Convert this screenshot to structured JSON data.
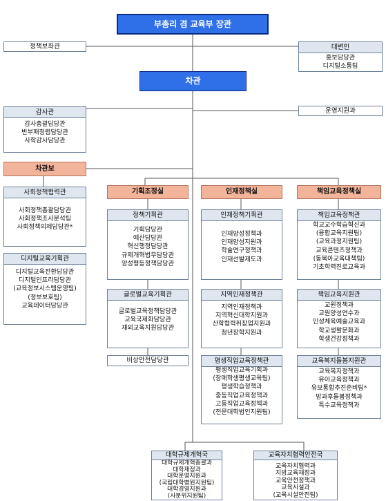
{
  "minister": "부총리 겸 교육부 장관",
  "vice_minister": "차관",
  "policy_advisor": "정책보좌관",
  "spokesperson": {
    "title": "대변인",
    "items": [
      "홍보담당관",
      "디지털소통팀"
    ]
  },
  "audit": {
    "title": "감사관",
    "items": [
      "감사총괄담당관",
      "반부패청렴담당관",
      "사학감사담당관"
    ]
  },
  "support_division": "운영지원과",
  "assistant_minister": "차관보",
  "social_policy": {
    "title": "사회정책협력관",
    "items": [
      "사회정책총괄담당관",
      "사회정책조사분석팀",
      "사회정책의제담당관*"
    ]
  },
  "digital_edu": {
    "title": "디지털교육기획관",
    "items": [
      "디지털교육전환담당관",
      "디지털인프라담당관",
      "(교육정보시스템운영팀)",
      "(정보보호팀)",
      "교육데이터담당관"
    ]
  },
  "offices": [
    {
      "label": "기획조정실"
    },
    {
      "label": "인재정책실"
    },
    {
      "label": "책임교육정책실"
    }
  ],
  "planning": {
    "title": "정책기획관",
    "items": [
      "기획담당관",
      "예산담당관",
      "혁신행정담당관",
      "규제개혁법무담당관",
      "양성평등정책담당관"
    ]
  },
  "global": {
    "title": "글로벌교육기획관",
    "items": [
      "글로벌교육정책담당관",
      "교육국제화담당관",
      "재외교육지원담당관"
    ]
  },
  "emergency": "비상안전담당관",
  "talent_planning": {
    "title": "인재정책기획관",
    "items": [
      "인재양성정책과",
      "인재양성지원과",
      "학술연구정책과",
      "인재선발제도과"
    ]
  },
  "regional": {
    "title": "지역인재정책관",
    "items": [
      "지역인재정책과",
      "지역혁신대학지원과",
      "산학협력취창업지원과",
      "청년장학지원과"
    ]
  },
  "lifelong": {
    "title": "평생직업교육정책관",
    "items": [
      "평생직업교육기획과",
      "(장애학생평생교육팀)",
      "평생학습정책과",
      "중등직업교육정책과",
      "고등직업교육정책과",
      "(전문대학법인지원팀)"
    ]
  },
  "responsible": {
    "title": "책임교육정책관",
    "items": [
      "학교교수학습혁신과",
      "(융합교육지원팀)",
      "(교육과정지원팀)",
      "교육콘텐츠정책과",
      "(동북아교육대책팀)",
      "기초학력진로교육과"
    ]
  },
  "responsible_support": {
    "title": "책임교육지원관",
    "items": [
      "교원정책과",
      "교원양성연수과",
      "인성체육예술교육과",
      "학교생활문화과",
      "학생건강정책과"
    ]
  },
  "welfare": {
    "title": "교육복지돌봄지원관",
    "items": [
      "교육복지정책과",
      "유아교육정책과",
      "유보통합추진준비팀*",
      "방과후돌봄정책과",
      "특수교육정책과"
    ]
  },
  "university": {
    "title": "대학규제개혁국",
    "items": [
      "대학규제개혁총괄과",
      "대학재정과",
      "대학운영지원과",
      "(국립대학병원지원팀)",
      "대학경영지원과",
      "(사분위지원팀)"
    ]
  },
  "autonomy": {
    "title": "교육자치협력안전국",
    "items": [
      "교육자치협력과",
      "지방교육재정과",
      "교육안전정책과",
      "교육시설과",
      "(교육시설안전팀)"
    ]
  }
}
